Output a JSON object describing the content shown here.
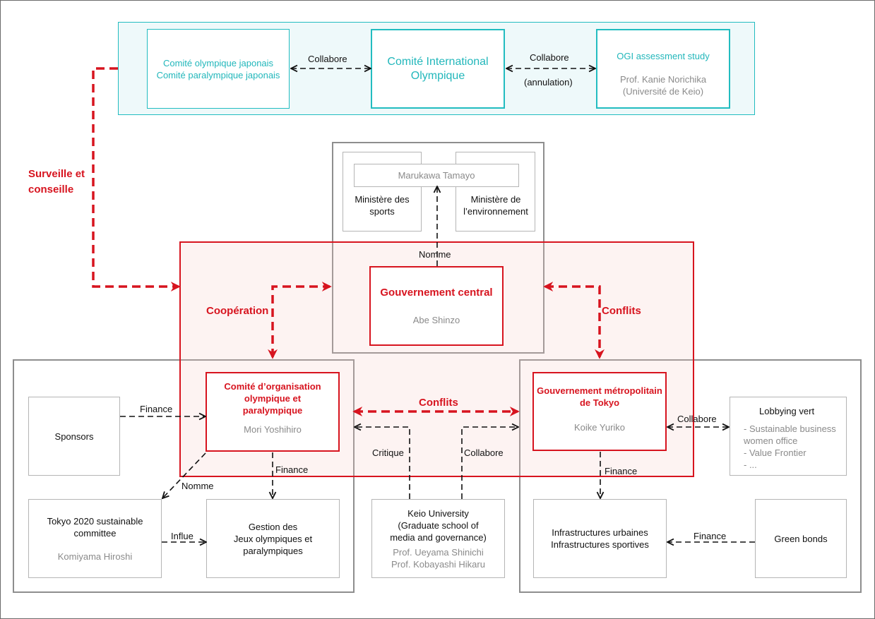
{
  "colors": {
    "teal": "#22bcc0",
    "red": "#d7141f",
    "pink_fill": "#fdeeed",
    "grey_border": "#8e8e8e"
  },
  "ioc_group": {
    "jpn_committee": {
      "line1": "Comité olympique japonais",
      "line2": "Comité paralympique japonais"
    },
    "ioc": {
      "line1": "Comité International",
      "line2": "Olympique"
    },
    "ogi": {
      "title": "OGI assessment study",
      "line1": "Prof. Kanie Norichika",
      "line2": "(Université de Keio)"
    },
    "collabore_left": "Collabore",
    "collabore_right": "Collabore",
    "annulation": "(annulation)"
  },
  "surveille": {
    "line1": "Surveille et",
    "line2": "conseille"
  },
  "government": {
    "marukawa": "Marukawa Tamayo",
    "sports": {
      "line1": "Ministère des",
      "line2": "sports"
    },
    "env": {
      "line1": "Ministère de",
      "line2": "l’environnement"
    },
    "nomme": "Nomme",
    "central": {
      "title": "Gouvernement central",
      "person": "Abe Shinzo"
    }
  },
  "relations": {
    "cooperation": "Coopération",
    "conflits_right": "Conflits",
    "conflits_middle": "Conflits"
  },
  "left_group": {
    "comite": {
      "line1": "Comité d’organisation",
      "line2": "olympique et",
      "line3": "paralympique",
      "person": "Mori Yoshihiro"
    },
    "sponsors": "Sponsors",
    "finance_sponsors": "Finance",
    "finance_gestion": "Finance",
    "nomme": "Nomme",
    "influe": "Influe",
    "tokyo2020": {
      "line1": "Tokyo 2020 sustainable",
      "line2": "committee",
      "person": "Komiyama Hiroshi"
    },
    "gestion": {
      "line1": "Gestion des",
      "line2": "Jeux olympiques et",
      "line3": "paralympiques"
    }
  },
  "middle": {
    "critique": "Critique",
    "collabore": "Collabore",
    "keio": {
      "line1": "Keio University",
      "line2": "(Graduate school of",
      "line3": "media and governance)",
      "prof1": "Prof. Ueyama Shinichi",
      "prof2": "Prof. Kobayashi Hikaru"
    }
  },
  "right_group": {
    "metro": {
      "line1": "Gouvernement métropolitain",
      "line2": "de Tokyo",
      "person": "Koike Yuriko"
    },
    "collabore": "Collabore",
    "lobbying": {
      "title": "Lobbying vert",
      "items": [
        "- Sustainable business",
        "women office",
        "- Value Frontier",
        "- ..."
      ]
    },
    "finance_infra": "Finance",
    "infra": {
      "line1": "Infrastructures urbaines",
      "line2": "Infrastructures sportives"
    },
    "finance_green": "Finance",
    "green": "Green bonds"
  }
}
